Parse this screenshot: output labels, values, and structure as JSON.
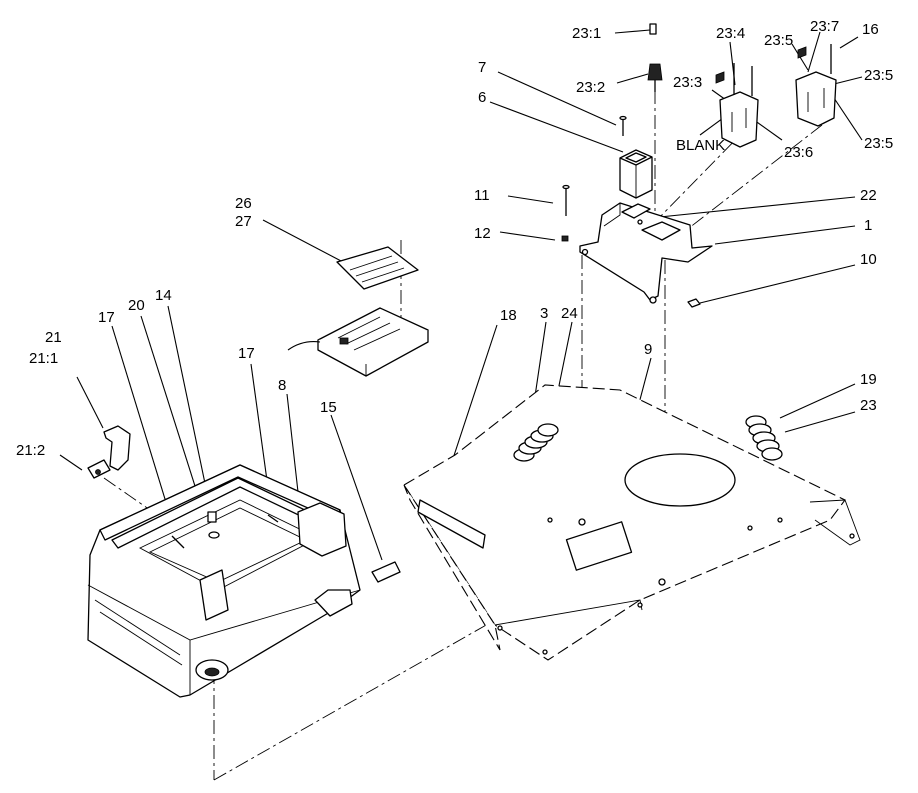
{
  "diagram": {
    "callouts": {
      "c23_1": "23:1",
      "c23_2": "23:2",
      "c23_3": "23:3",
      "c23_4": "23:4",
      "c23_5a": "23:5",
      "c23_5b": "23:5",
      "c23_5c": "23:5",
      "c23_6": "23:6",
      "c23_7": "23:7",
      "c16": "16",
      "c7": "7",
      "c6": "6",
      "blank": "BLANK",
      "c11": "11",
      "c12": "12",
      "c22": "22",
      "c1": "1",
      "c10": "10",
      "c26": "26",
      "c27": "27",
      "c18": "18",
      "c3": "3",
      "c24": "24",
      "c9": "9",
      "c19": "19",
      "c23": "23",
      "c21": "21",
      "c21_1": "21:1",
      "c21_2": "21:2",
      "c17a": "17",
      "c20": "20",
      "c14": "14",
      "c17b": "17",
      "c8": "8",
      "c15": "15"
    }
  }
}
